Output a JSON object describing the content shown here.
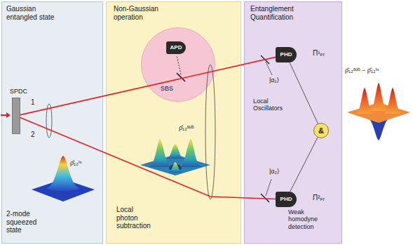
{
  "diagram": {
    "nodes": [
      {
        "text": [
          "Gaussian entangled state",
          "2-mode squeezed state"
        ]
      },
      {
        "text": [
          "SPDC"
        ],
        "in": 0
      },
      {
        "text": [
          "Non-Gaussian operation",
          "Local photon subtraction"
        ]
      },
      {
        "text": [
          "SBS"
        ],
        "in": 2
      },
      {
        "text": [
          "APD"
        ],
        "in": 3
      },
      {
        "text": [
          "Entanglement Quantification",
          "Local Oscillators",
          "Weak homodyne detection"
        ]
      },
      {
        "text": [
          "PHD"
        ],
        "in": 5
      },
      {
        "text": [
          "PHD"
        ],
        "in": 5
      },
      {
        "text": [
          "&"
        ],
        "in": 5
      }
    ],
    "edges": [
      {
        "from": 1,
        "to": 6,
        "arrow": "none"
      },
      {
        "from": 1,
        "to": 7,
        "arrow": "none"
      },
      {
        "from": 6,
        "to": 8,
        "arrow": "none"
      },
      {
        "from": 7,
        "to": 8,
        "arrow": "none"
      }
    ],
    "labels": [
      "1",
      "2",
      "ρ̂₁₂ⁱⁿ",
      "ρ̂₁₂ˢᵘᵇ",
      "|α₁⟩",
      "|α₂⟩",
      "Π¹ₚᵣ",
      "Π²ₚᵣ",
      "ρ̂₁₂ˢᵘᵇ − ρ̂₁₂ⁱⁿ"
    ]
  }
}
